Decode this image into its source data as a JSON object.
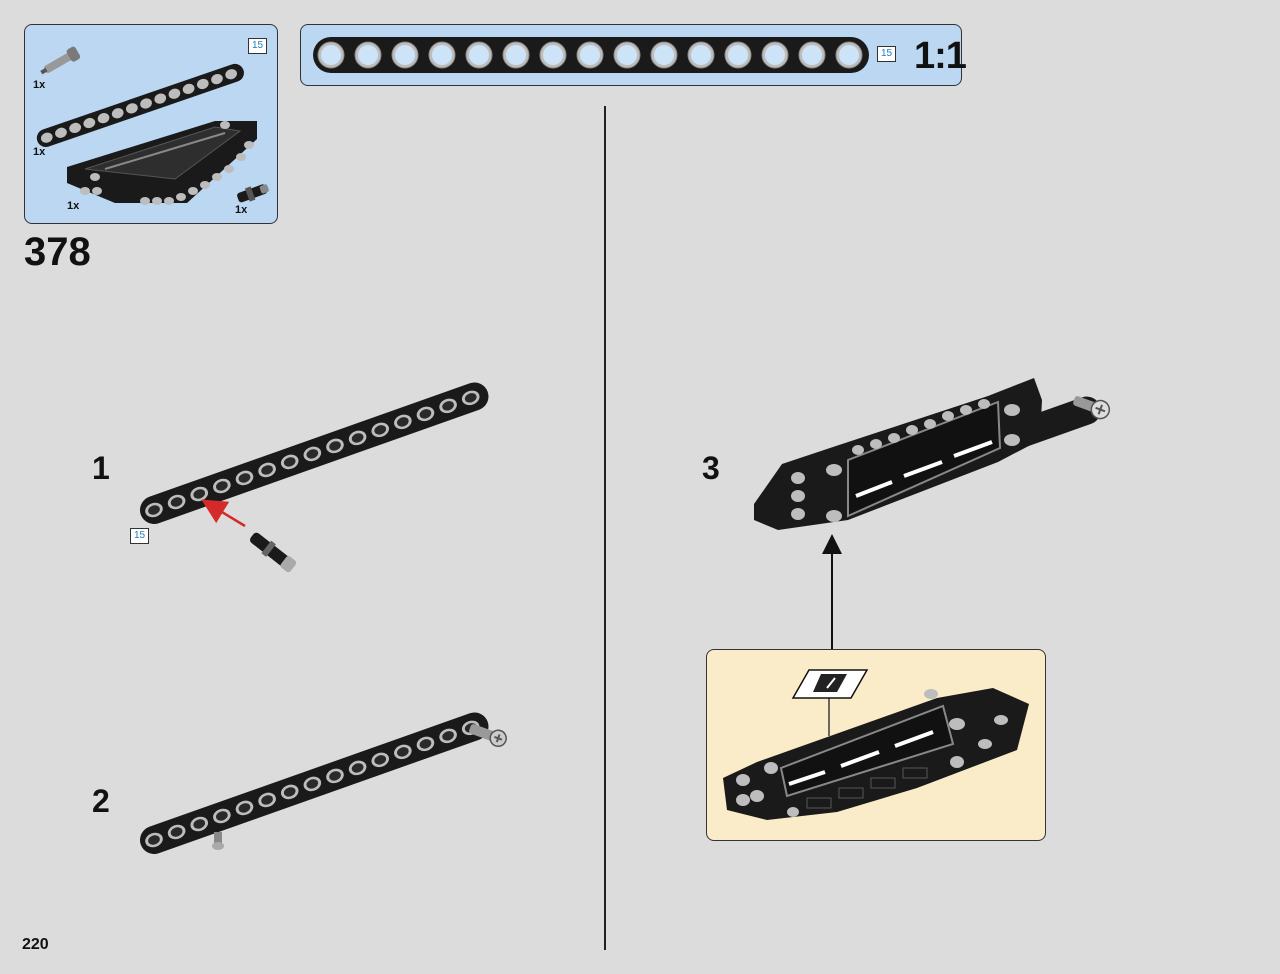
{
  "parts_list": {
    "items": [
      {
        "name": "axle-pin",
        "qty": "1x"
      },
      {
        "name": "beam-15",
        "qty": "1x",
        "length": "15"
      },
      {
        "name": "angled-panel",
        "qty": "1x"
      },
      {
        "name": "pin-with-friction",
        "qty": "1x"
      }
    ]
  },
  "scale_bar": {
    "length_label": "15",
    "scale": "1:1",
    "hole_count": 15
  },
  "step": {
    "number": "378",
    "substeps": [
      {
        "label": "1",
        "beam_length": "15"
      },
      {
        "label": "2"
      },
      {
        "label": "3"
      }
    ]
  },
  "page": {
    "number": "220"
  },
  "colors": {
    "page_bg": "#dcdcdc",
    "panel_blue": "#bcd7f1",
    "sub_assembly_bg": "#fbecc9",
    "beam_black": "#1a1a1a",
    "hole_gray": "#bdbdbd",
    "arrow_red": "#d42a2a",
    "length_text": "#1a7fbf"
  }
}
